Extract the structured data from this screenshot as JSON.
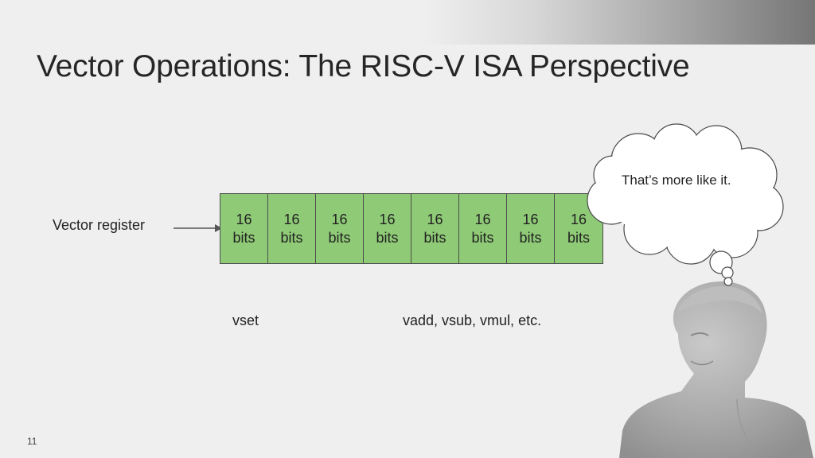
{
  "slide": {
    "title": "Vector Operations: The RISC-V ISA Perspective",
    "page_number": "11"
  },
  "diagram": {
    "register_label": "Vector register",
    "cells": [
      {
        "size": "16",
        "unit": "bits"
      },
      {
        "size": "16",
        "unit": "bits"
      },
      {
        "size": "16",
        "unit": "bits"
      },
      {
        "size": "16",
        "unit": "bits"
      },
      {
        "size": "16",
        "unit": "bits"
      },
      {
        "size": "16",
        "unit": "bits"
      },
      {
        "size": "16",
        "unit": "bits"
      },
      {
        "size": "16",
        "unit": "bits"
      }
    ],
    "instruction_vset": "vset",
    "instructions_arith": "vadd, vsub, vmul, etc.",
    "thought_text": "That’s more like it.",
    "cell_color": "#8fcb76"
  },
  "icons": [
    "arrow-icon",
    "thought-cloud-icon",
    "statue-bust-icon"
  ]
}
